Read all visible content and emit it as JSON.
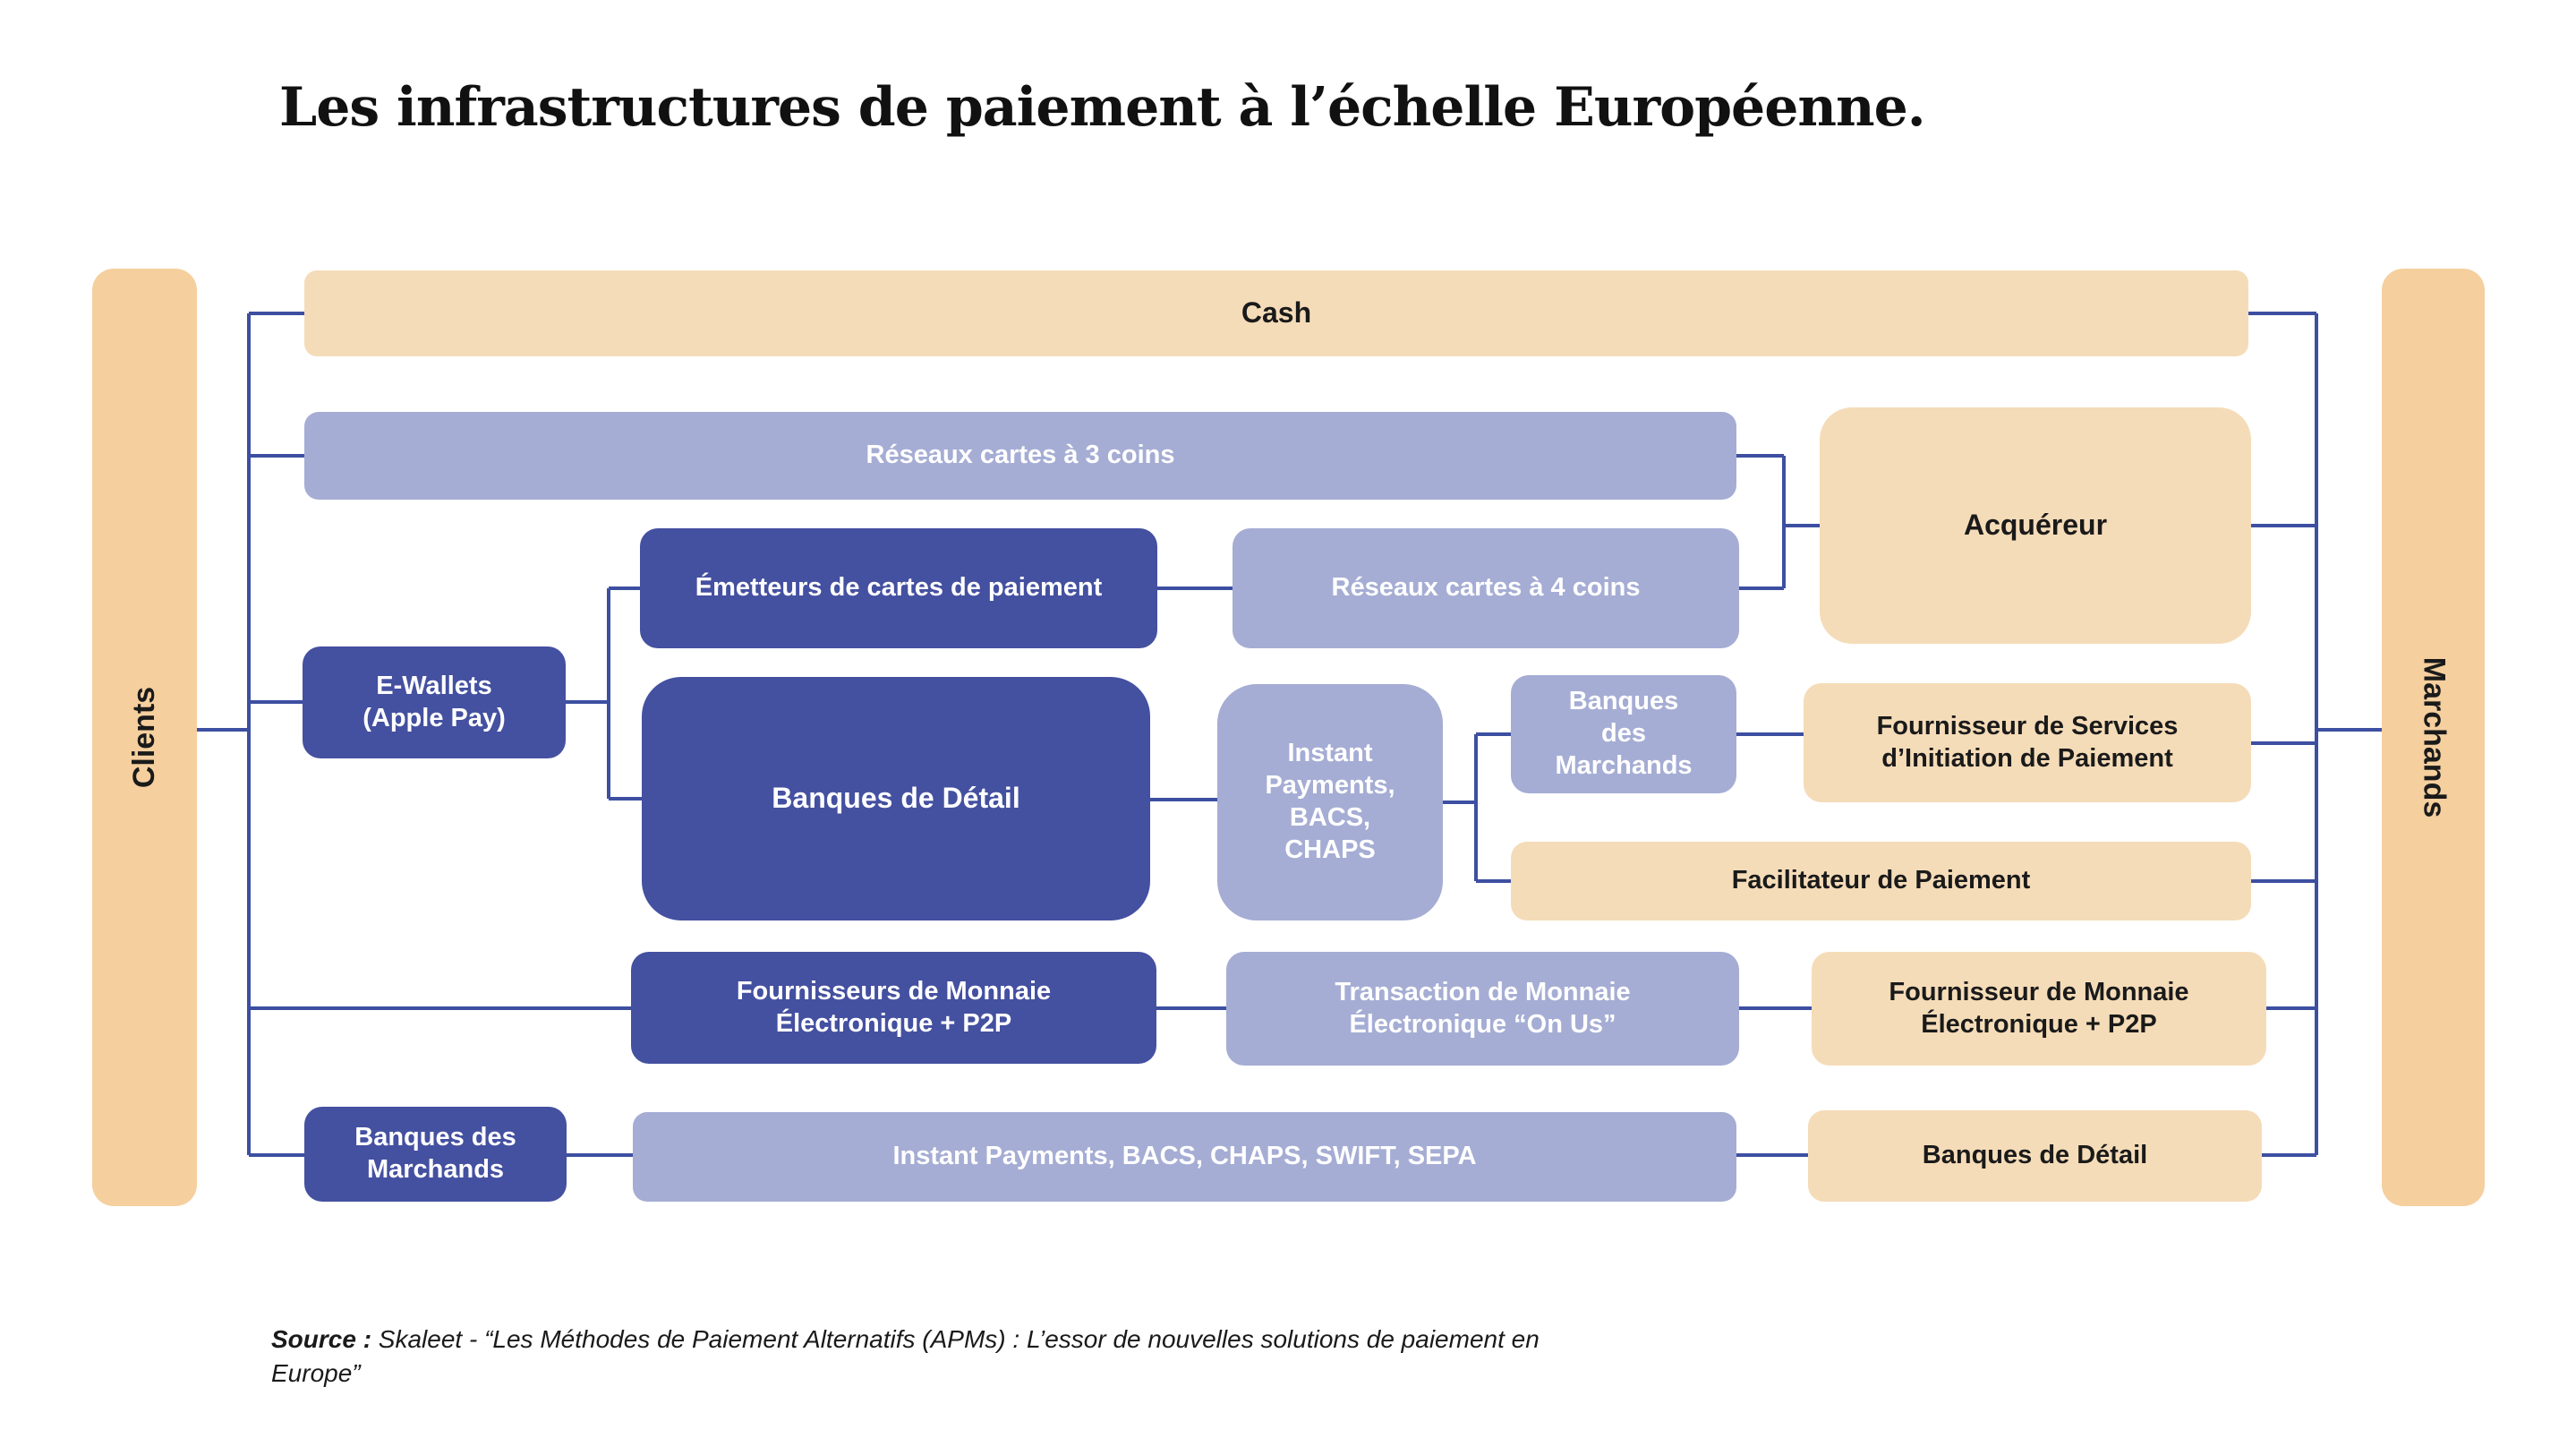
{
  "title": "Les infrastructures de paiement à l’échelle Européenne.",
  "sides": {
    "clients": "Clients",
    "marchands": "Marchands"
  },
  "nodes": {
    "cash": {
      "label": "Cash"
    },
    "reseaux3": {
      "label": "Réseaux cartes à 3 coins"
    },
    "acquereur": {
      "label": "Acquéreur"
    },
    "emetteurs": {
      "label": "Émetteurs de cartes de paiement"
    },
    "reseaux4": {
      "label": "Réseaux cartes à 4 coins"
    },
    "ewallets": {
      "label": "E-Wallets\n(Apple Pay)"
    },
    "banques_detail": {
      "label": "Banques de Détail"
    },
    "instant": {
      "label": "Instant\nPayments,\nBACS,\nCHAPS"
    },
    "banques_marchands_mid": {
      "label": "Banques\ndes\nMarchands"
    },
    "fournisseur_services": {
      "label": "Fournisseur de Services\nd’Initiation de Paiement"
    },
    "facilitateur": {
      "label": "Facilitateur de Paiement"
    },
    "fournisseurs_monnaie": {
      "label": "Fournisseurs de Monnaie\nÉlectronique + P2P"
    },
    "transaction_onus": {
      "label": "Transaction de Monnaie\nÉlectronique “On Us”"
    },
    "fournisseur_monnaie_p2p": {
      "label": "Fournisseur de Monnaie\nÉlectronique + P2P"
    },
    "banques_marchands_bottom": {
      "label": "Banques des\nMarchands"
    },
    "instant_swift": {
      "label": "Instant Payments, BACS, CHAPS, SWIFT, SEPA"
    },
    "banques_detail_bottom": {
      "label": "Banques de Détail"
    }
  },
  "source": {
    "label": "Source :",
    "text": " Skaleet - “Les Méthodes de Paiement Alternatifs (APMs) : L’essor de nouvelles solutions de paiement en Europe”"
  },
  "colors": {
    "side_bar": "#F5CF9E",
    "tan_box": "#F5DCB8",
    "light_purple": "#A5ADD4",
    "dark_indigo": "#4450A0",
    "connector": "#3D4FA1",
    "text_dark": "#1A1A1A",
    "text_light": "#FFFFFF"
  }
}
